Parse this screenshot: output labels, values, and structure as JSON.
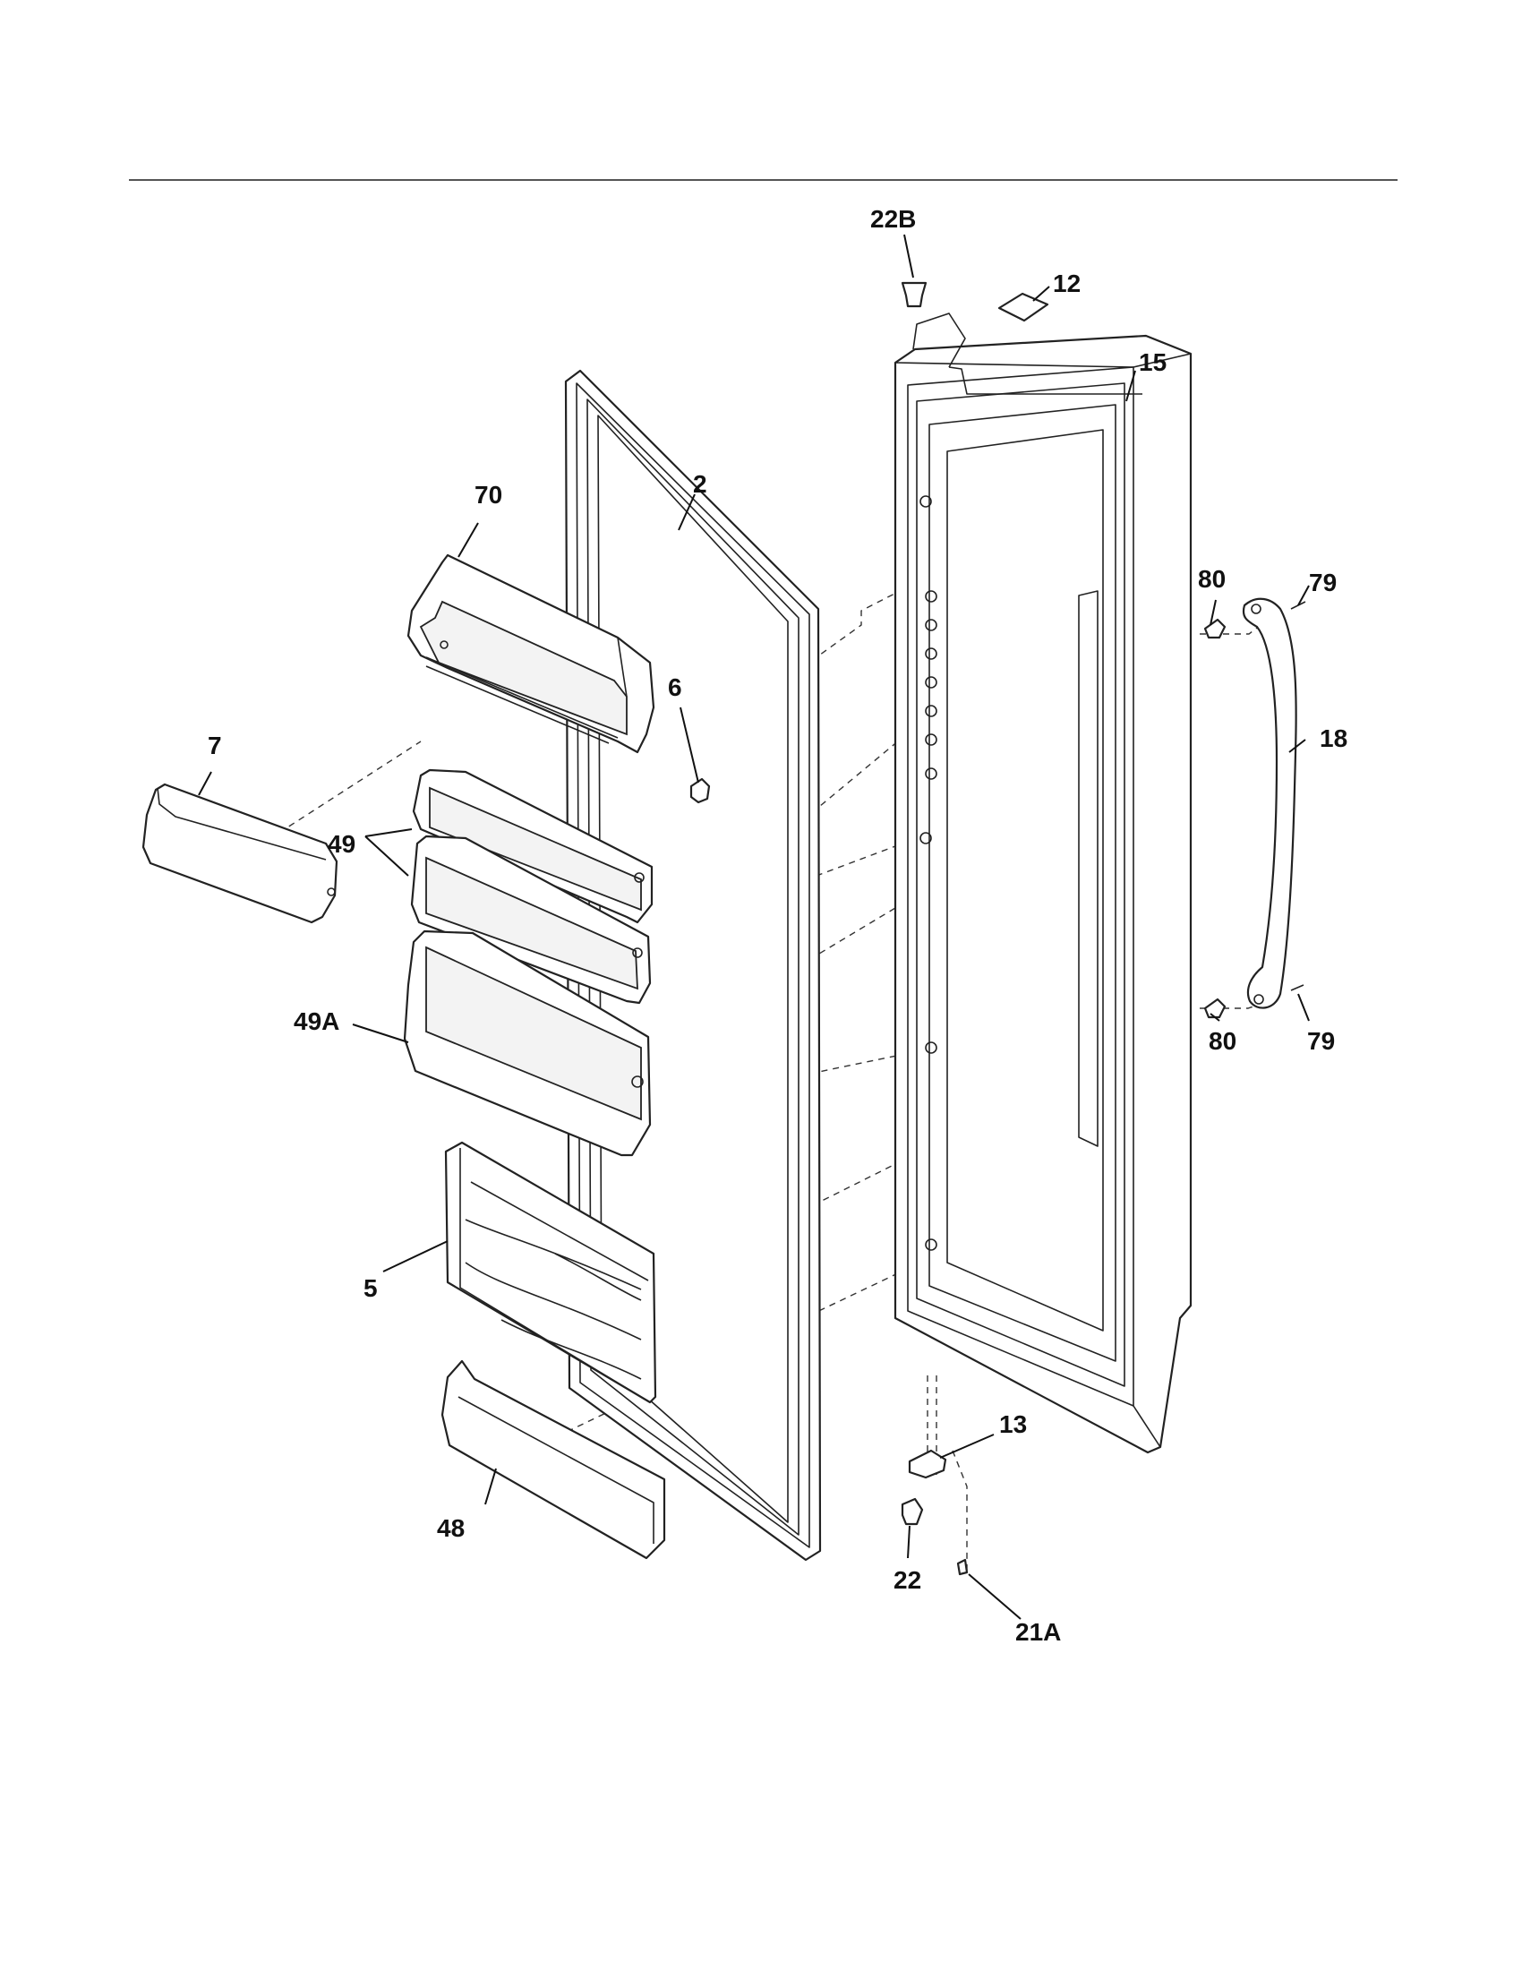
{
  "parts": [
    {
      "label": "22B"
    },
    {
      "label": "12"
    },
    {
      "label": "15"
    },
    {
      "label": "70"
    },
    {
      "label": "2"
    },
    {
      "label": "6"
    },
    {
      "label": "7"
    },
    {
      "label": "49"
    },
    {
      "label": "49A"
    },
    {
      "label": "5"
    },
    {
      "label": "48"
    },
    {
      "label": "80"
    },
    {
      "label": "79"
    },
    {
      "label": "18"
    },
    {
      "label": "80"
    },
    {
      "label": "79"
    },
    {
      "label": "13"
    },
    {
      "label": "22"
    },
    {
      "label": "21A"
    }
  ]
}
